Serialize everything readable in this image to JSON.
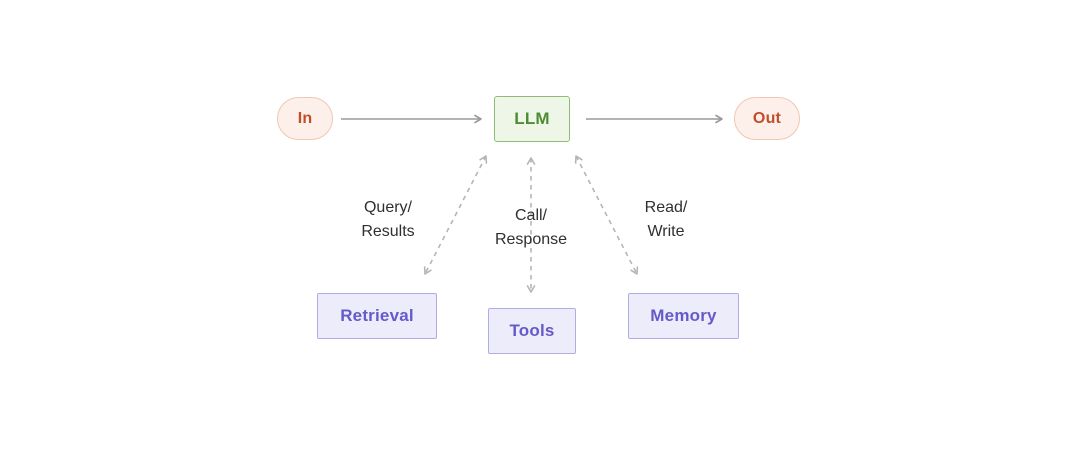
{
  "diagram": {
    "nodes": {
      "in": {
        "label": "In"
      },
      "llm": {
        "label": "LLM"
      },
      "out": {
        "label": "Out"
      },
      "retrieval": {
        "label": "Retrieval"
      },
      "tools": {
        "label": "Tools"
      },
      "memory": {
        "label": "Memory"
      }
    },
    "edges": {
      "in_llm": {
        "from": "In",
        "to": "LLM",
        "style": "solid"
      },
      "llm_out": {
        "from": "LLM",
        "to": "Out",
        "style": "solid"
      },
      "llm_retrieval": {
        "from": "LLM",
        "to": "Retrieval",
        "style": "dashed-bidirectional",
        "label_line1": "Query/",
        "label_line2": "Results"
      },
      "llm_tools": {
        "from": "LLM",
        "to": "Tools",
        "style": "dashed-bidirectional",
        "label_line1": "Call/",
        "label_line2": "Response"
      },
      "llm_memory": {
        "from": "LLM",
        "to": "Memory",
        "style": "dashed-bidirectional",
        "label_line1": "Read/",
        "label_line2": "Write"
      }
    },
    "colors": {
      "pill_bg": "#fdf0eb",
      "pill_border": "#f1c7b4",
      "pill_text": "#c04e28",
      "llm_bg": "#eef6e8",
      "llm_border": "#8fbc75",
      "llm_text": "#4e8c33",
      "box_bg": "#edecfa",
      "box_border": "#b3abe4",
      "box_text": "#6659c8",
      "solid_arrow": "#9a9a9a",
      "dashed_arrow": "#b5b5b5",
      "label_text": "#2f2f2f"
    }
  }
}
